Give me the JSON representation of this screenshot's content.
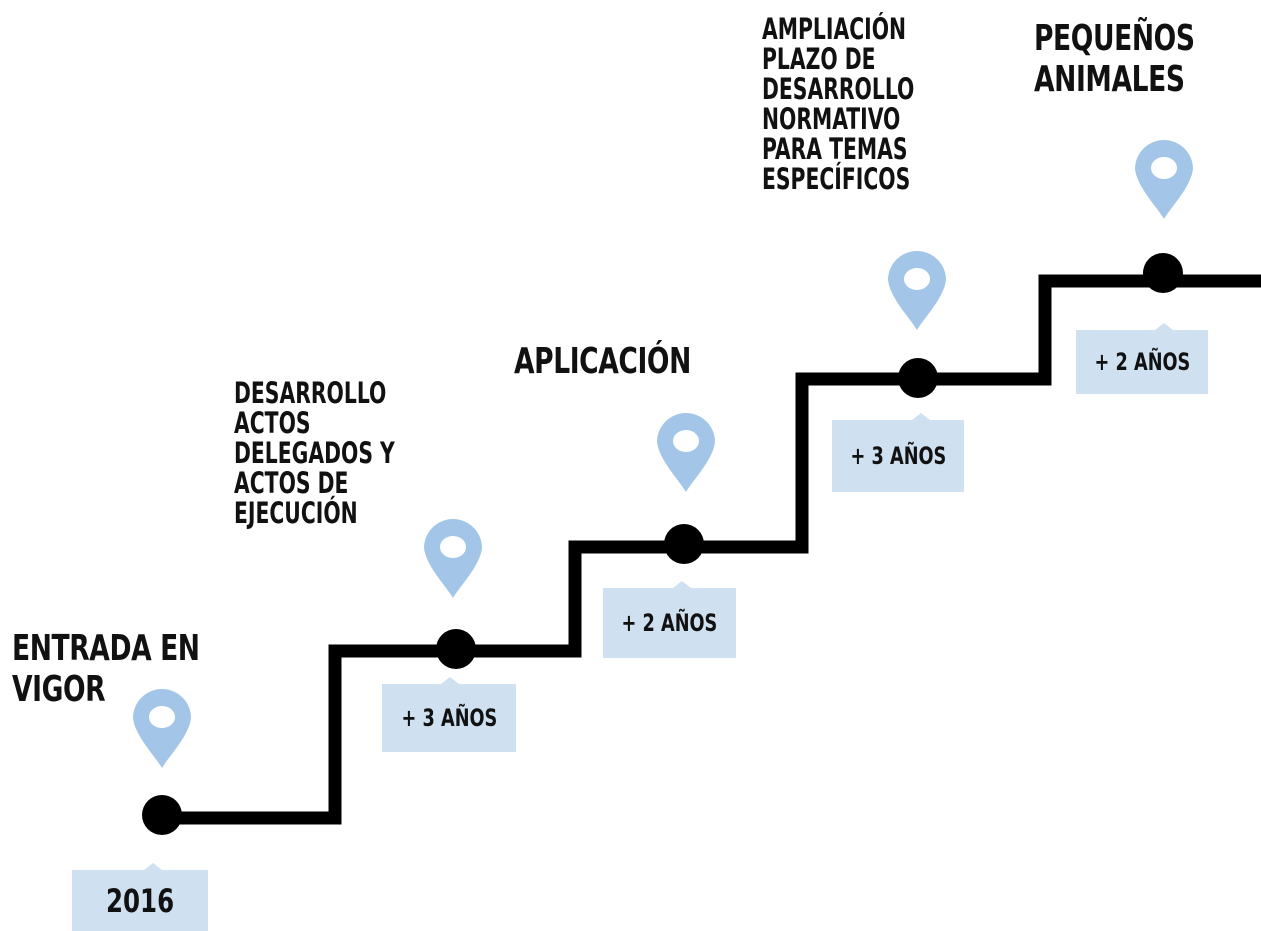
{
  "milestones": [
    {
      "id": "entrada",
      "title": [
        "ENTRADA EN",
        "VIGOR"
      ],
      "tag": "2016"
    },
    {
      "id": "desarrollo",
      "title": [
        "DESARROLLO",
        "ACTOS",
        "DELEGADOS Y",
        "ACTOS DE",
        "EJECUCIÓN"
      ],
      "tag": "+ 3 AÑOS"
    },
    {
      "id": "aplicacion",
      "title": [
        "APLICACIÓN"
      ],
      "tag": "+ 2 AÑOS"
    },
    {
      "id": "ampliacion",
      "title": [
        "AMPLIACIÓN",
        "PLAZO DE",
        "DESARROLLO",
        "NORMATIVO",
        "PARA TEMAS",
        "ESPECÍFICOS"
      ],
      "tag": "+ 3 AÑOS"
    },
    {
      "id": "pequenos",
      "title": [
        "PEQUEÑOS",
        "ANIMALES"
      ],
      "tag": "+ 2 AÑOS"
    }
  ],
  "colors": {
    "line": "#000000",
    "pin": "#a3c6e8",
    "tag_bg": "#cfe0f1",
    "text": "#111111"
  },
  "icons": {
    "pin": "map-pin-icon",
    "node": "timeline-node"
  }
}
